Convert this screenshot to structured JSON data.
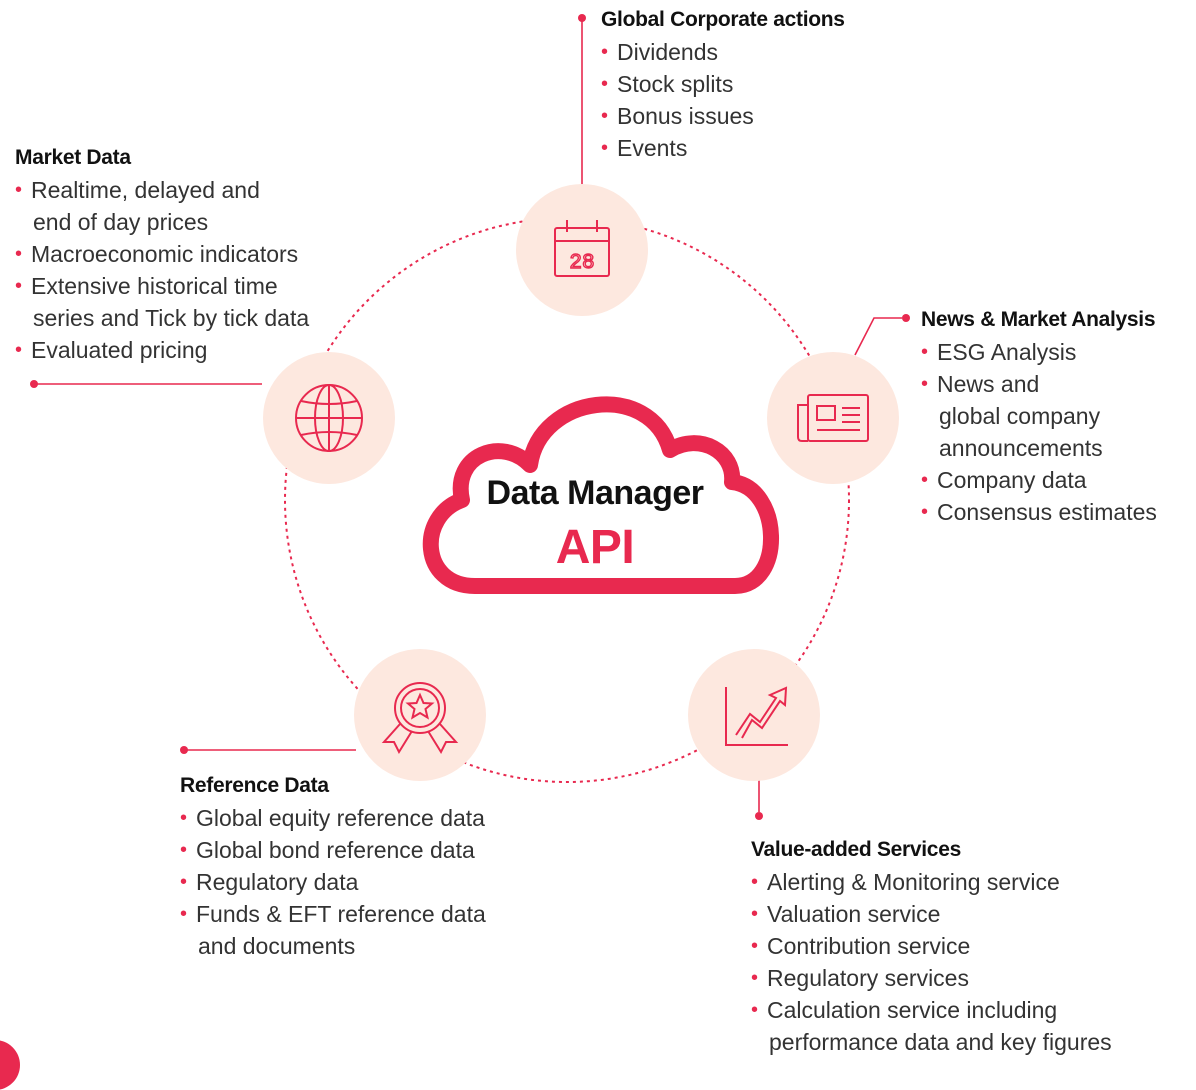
{
  "center": {
    "title": "Data Manager",
    "subtitle": "API"
  },
  "nodes": [
    {
      "id": "corporate-actions",
      "icon": "calendar-icon",
      "icon_text": "28",
      "title": "Global Corporate actions",
      "items": [
        "Dividends",
        "Stock splits",
        "Bonus issues",
        "Events"
      ]
    },
    {
      "id": "market-data",
      "icon": "globe-icon",
      "title": "Market Data",
      "items": [
        [
          "Realtime, delayed and",
          "end of day prices"
        ],
        "Macroeconomic indicators",
        [
          "Extensive historical time",
          "series and Tick by tick data"
        ],
        "Evaluated pricing"
      ]
    },
    {
      "id": "news-analysis",
      "icon": "newspaper-icon",
      "title": "News & Market Analysis",
      "items": [
        "ESG Analysis",
        [
          "News and",
          "global company",
          "announcements"
        ],
        "Company data",
        "Consensus estimates"
      ]
    },
    {
      "id": "reference-data",
      "icon": "award-badge-icon",
      "title": "Reference Data",
      "items": [
        "Global equity reference data",
        "Global bond reference data",
        "Regulatory data",
        [
          "Funds & EFT reference data",
          "and documents"
        ]
      ]
    },
    {
      "id": "value-added",
      "icon": "growth-chart-icon",
      "title": "Value-added Services",
      "items": [
        "Alerting & Monitoring service",
        "Valuation service",
        "Contribution service",
        "Regulatory services",
        [
          "Calculation service including",
          "performance data and key figures"
        ]
      ]
    }
  ],
  "colors": {
    "accent": "#e8294f",
    "node_fill": "#fde8df",
    "text": "#333333",
    "heading": "#111111"
  }
}
